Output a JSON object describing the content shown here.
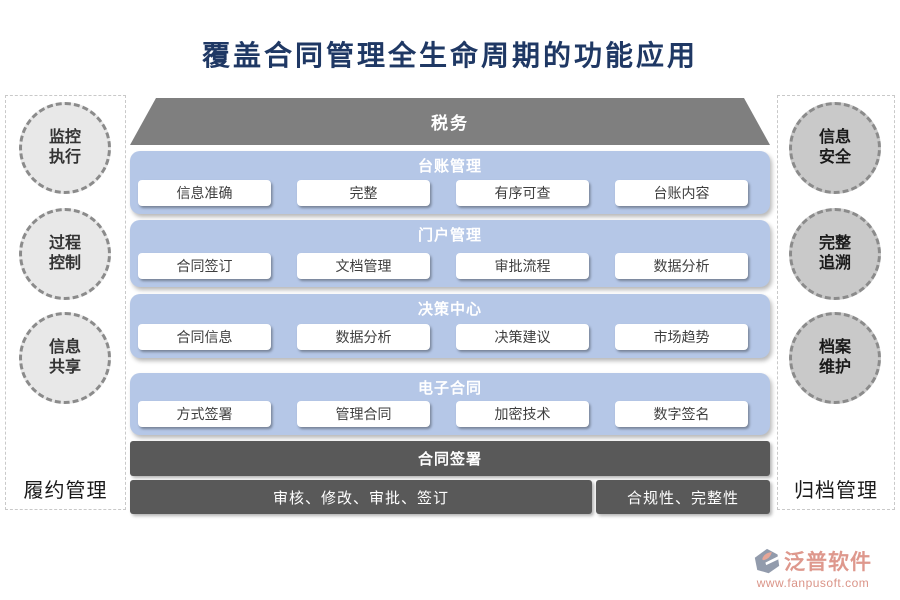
{
  "title": "覆盖合同管理全生命周期的功能应用",
  "left_panel": {
    "circles": [
      {
        "line1": "监控",
        "line2": "执行"
      },
      {
        "line1": "过程",
        "line2": "控制"
      },
      {
        "line1": "信息",
        "line2": "共享"
      }
    ],
    "label": "履约管理"
  },
  "right_panel": {
    "circles": [
      {
        "line1": "信息",
        "line2": "安全"
      },
      {
        "line1": "完整",
        "line2": "追溯"
      },
      {
        "line1": "档案",
        "line2": "维护"
      }
    ],
    "label": "归档管理"
  },
  "center": {
    "top_banner": "税务",
    "sections": [
      {
        "header": "台账管理",
        "items": [
          "信息准确",
          "完整",
          "有序可查",
          "台账内容"
        ]
      },
      {
        "header": "门户管理",
        "items": [
          "合同签订",
          "文档管理",
          "审批流程",
          "数据分析"
        ]
      },
      {
        "header": "决策中心",
        "items": [
          "合同信息",
          "数据分析",
          "决策建议",
          "市场趋势"
        ]
      },
      {
        "header": "电子合同",
        "items": [
          "方式签署",
          "管理合同",
          "加密技术",
          "数字签名"
        ]
      }
    ],
    "signing_bar": "合同签署",
    "bottom_bars": [
      "审核、修改、审批、签订",
      "合规性、完整性"
    ]
  },
  "watermark": {
    "brand": "泛普软件",
    "url": "www.fanpusoft.com"
  },
  "colors": {
    "title_navy": "#1f3864",
    "section_blue": "#b5c7e7",
    "banner_gray": "#7f7f7f",
    "dark_gray": "#595959",
    "left_circle_bg": "#e8e8e8",
    "right_circle_bg": "#c9c9c9",
    "watermark_salmon": "#dd9387"
  }
}
